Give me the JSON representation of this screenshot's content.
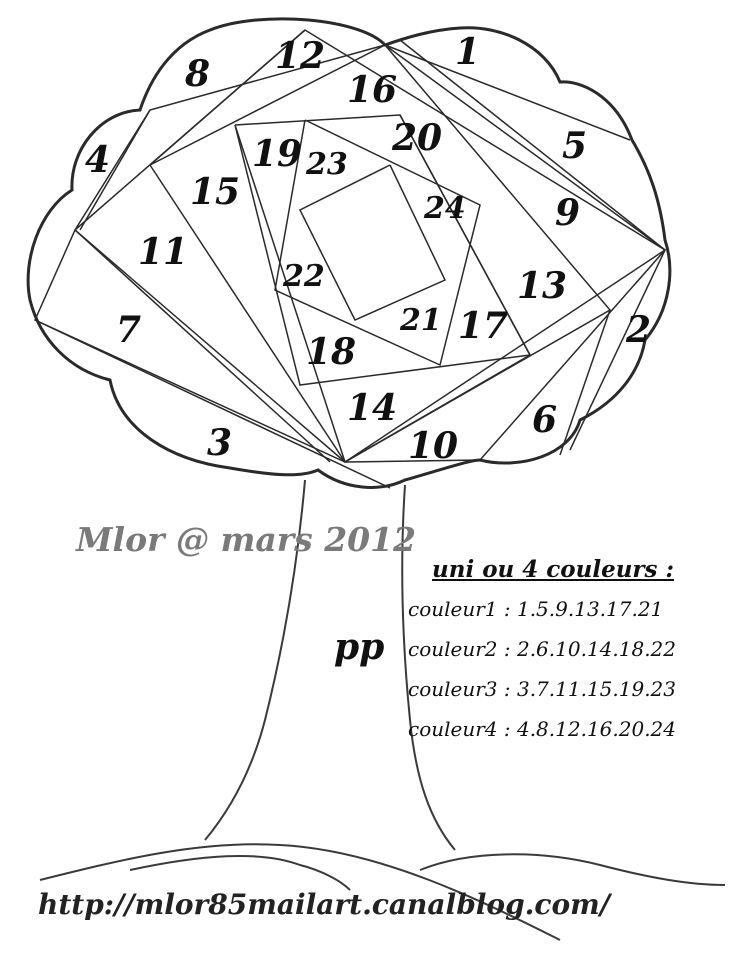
{
  "numbers": [
    "1",
    "2",
    "3",
    "4",
    "5",
    "6",
    "7",
    "8",
    "9",
    "10",
    "11",
    "12",
    "13",
    "14",
    "15",
    "16",
    "17",
    "18",
    "19",
    "20",
    "21",
    "22",
    "23",
    "24"
  ],
  "credit": "Mlor @ mars 2012",
  "signature": "pp",
  "legend": {
    "title": "uni ou 4 couleurs :",
    "rows": [
      "couleur1 : 1.5.9.13.17.21",
      "couleur2 : 2.6.10.14.18.22",
      "couleur3 : 3.7.11.15.19.23",
      "couleur4 : 4.8.12.16.20.24"
    ]
  },
  "url": "http://mlor85mailart.canalblog.com/",
  "colors": {
    "line": "#2a2a2a",
    "credit": "#7a7a7a"
  }
}
